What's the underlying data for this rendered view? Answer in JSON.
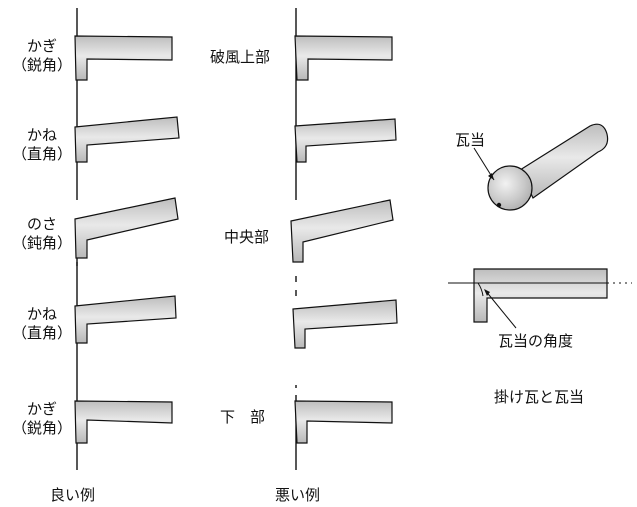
{
  "colors": {
    "tile_fill": "#c9c9c9",
    "tile_highlight": "#eeeeee",
    "stroke": "#111111"
  },
  "good_column": {
    "caption": "良い例",
    "rows": [
      {
        "line1": "かぎ",
        "line2": "（鋭角）"
      },
      {
        "line1": "かね",
        "line2": "（直角）"
      },
      {
        "line1": "のさ",
        "line2": "（鈍角）"
      },
      {
        "line1": "かね",
        "line2": "（直角）"
      },
      {
        "line1": "かぎ",
        "line2": "（鋭角）"
      }
    ]
  },
  "bad_column": {
    "caption": "悪い例",
    "section_labels": {
      "top": "破風上部",
      "middle": "中央部",
      "bottom": "下　部"
    }
  },
  "detail": {
    "rounded_part_label": "瓦当",
    "angle_label": "瓦当の角度",
    "caption": "掛け瓦と瓦当"
  }
}
